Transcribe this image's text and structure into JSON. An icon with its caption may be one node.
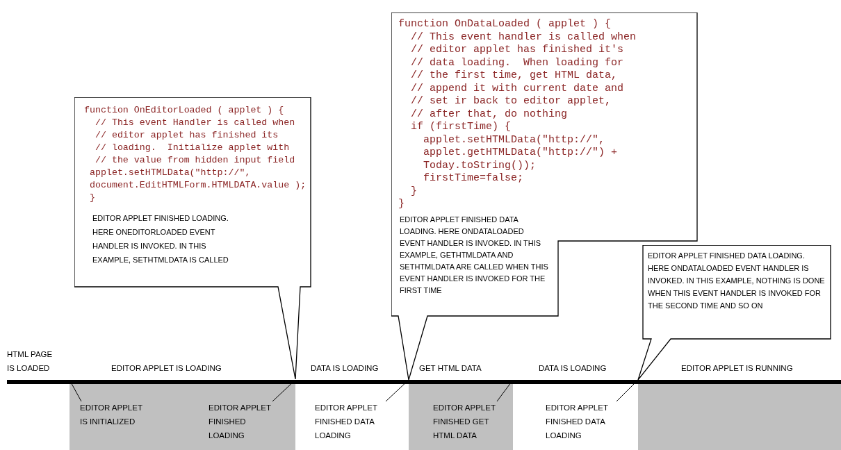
{
  "diagram": {
    "nodes": [
      {
        "text": [
          "function OnEditorLoaded ( applet ) {",
          "  // This event Handler is called when",
          "  // editor applet has finished its",
          "  // loading.  Initialize applet with",
          "  // the value from hidden input field",
          " applet.setHTMLData(\"http://\",",
          " document.EditHTMLForm.HTMLDATA.value );",
          " }",
          "EDITOR APPLET FINISHED LOADING. HERE ONEDITORLOADED EVENT HANDLER IS INVOKED. IN THIS EXAMPLE, SETHTMLDATA IS CALLED"
        ]
      },
      {
        "text": [
          "function OnDataLoaded ( applet ) {",
          "  // This event handler is called when",
          "  // editor applet has finished it's",
          "  // data loading.  When loading for",
          "  // the first time, get HTML data,",
          "  // append it with current date and",
          "  // set ir back to editor applet,",
          "  // after that, do nothing",
          "  if (firstTime) {",
          "    applet.setHTMLData(\"http://\",",
          "    applet.getHTMLData(\"http://\") +",
          "    Today.toString());",
          "    firstTime=false;",
          "  }",
          "}",
          "EDITOR APPLET FINISHED DATA LOADING. HERE ONDATALOADED EVENT HANDLER IS INVOKED. IN THIS EXAMPLE, GETHTMLDATA AND SETHTMLDATA ARE CALLED WHEN THIS EVENT HANDLER IS INVOKED FOR THE FIRST TIME"
        ]
      },
      {
        "text": [
          "EDITOR APPLET FINISHED DATA LOADING. HERE ONDATALOADED EVENT HANDLER IS INVOKED. IN THIS EXAMPLE, NOTHING IS DONE WHEN THIS EVENT HANDLER IS INVOKED FOR THE SECOND TIME AND SO ON"
        ]
      },
      {
        "text": [],
        "shape": "bar"
      },
      {
        "text": [
          "EDITOR APPLET IS INITIALIZED"
        ],
        "in": 3
      },
      {
        "text": [
          "EDITOR APPLET FINISHED LOADING"
        ],
        "in": 3
      },
      {
        "text": [
          "EDITOR APPLET FINISHED DATA LOADING"
        ],
        "in": 3
      },
      {
        "text": [
          "EDITOR APPLET FINISHED GET HTML DATA"
        ],
        "in": 3
      },
      {
        "text": [
          "EDITOR APPLET FINISHED DATA LOADING"
        ],
        "in": 3
      }
    ],
    "edges": [
      {
        "from": 4,
        "to": 3,
        "arrow": "none"
      },
      {
        "from": 5,
        "to": 3,
        "arrow": "none"
      },
      {
        "from": 6,
        "to": 3,
        "arrow": "none"
      },
      {
        "from": 7,
        "to": 3,
        "arrow": "none"
      },
      {
        "from": 8,
        "to": 3,
        "arrow": "none"
      }
    ],
    "labels": [
      "HTML PAGE IS LOADED",
      "EDITOR APPLET IS LOADING",
      "DATA IS LOADING",
      "GET HTML DATA",
      "DATA IS LOADING",
      "EDITOR APPLET IS RUNNING"
    ]
  }
}
